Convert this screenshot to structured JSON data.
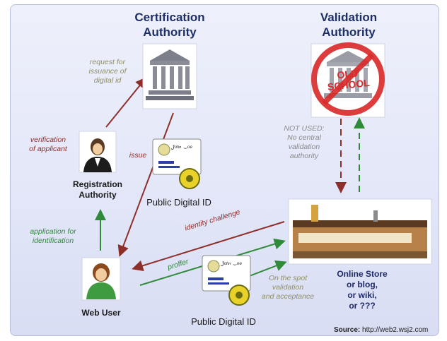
{
  "titles": {
    "certification_authority": "Certification\nAuthority",
    "validation_authority": "Validation\nAuthority"
  },
  "stamp": {
    "text": "OLD\nSCHOOL"
  },
  "notes": {
    "request_issuance": "request for\nissuance of\ndigital id",
    "verification_applicant": "verification\nof applicant",
    "issue": "issue",
    "application_identification": "application for\nidentification",
    "not_used": "NOT USED:\nNo central\nvalidation\nauthority",
    "identity_challenge": "identity challenge",
    "proffer": "proffer",
    "on_the_spot": "On the spot\nvalidation\nand acceptance"
  },
  "nodes": {
    "registration_authority": "Registration\nAuthority",
    "web_user": "Web User",
    "public_digital_id_top": "Public Digital ID",
    "public_digital_id_bottom": "Public Digital ID",
    "online_store": "Online Store\nor blog,\nor wiki,\nor ???"
  },
  "id_card": {
    "signature": "Jᵒʰⁿ ⌣ᵒᵉ"
  },
  "source": {
    "label": "Source:",
    "url": "http://web2.wsj2.com"
  },
  "colors": {
    "red_arrow": "#8e2f2a",
    "green_arrow": "#2f8a3a",
    "title": "#1d2f66",
    "note": "#8f8f67",
    "stamp_red": "#d92b2b"
  }
}
